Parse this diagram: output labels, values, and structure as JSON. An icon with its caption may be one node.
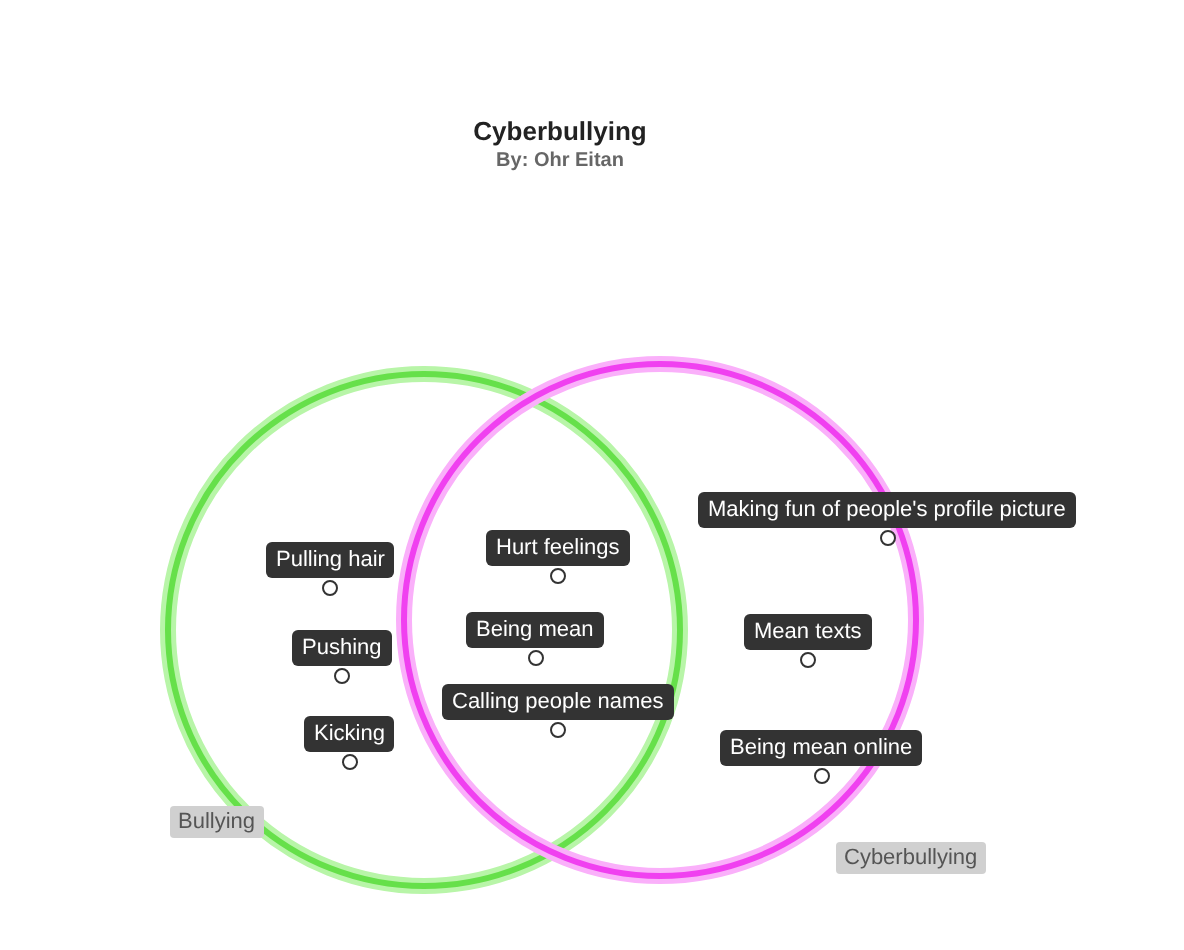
{
  "diagram": {
    "title": "Cyberbullying",
    "nodes": [
      {
        "text": [
          "Bullying"
        ]
      },
      {
        "text": [
          "Cyberbullying"
        ]
      },
      {
        "text": [
          "Pulling hair"
        ],
        "in": 0
      },
      {
        "text": [
          "Pushing"
        ],
        "in": 0
      },
      {
        "text": [
          "Kicking"
        ],
        "in": 0
      },
      {
        "text": [
          "Hurt feelings"
        ]
      },
      {
        "text": [
          "Being mean"
        ]
      },
      {
        "text": [
          "Calling people names"
        ]
      },
      {
        "text": [
          "Making fun of people's profile picture"
        ]
      },
      {
        "text": [
          "Mean texts"
        ],
        "in": 1
      },
      {
        "text": [
          "Being mean online"
        ],
        "in": 1
      }
    ],
    "labels": [
      "By: Ohr Eitan"
    ]
  }
}
